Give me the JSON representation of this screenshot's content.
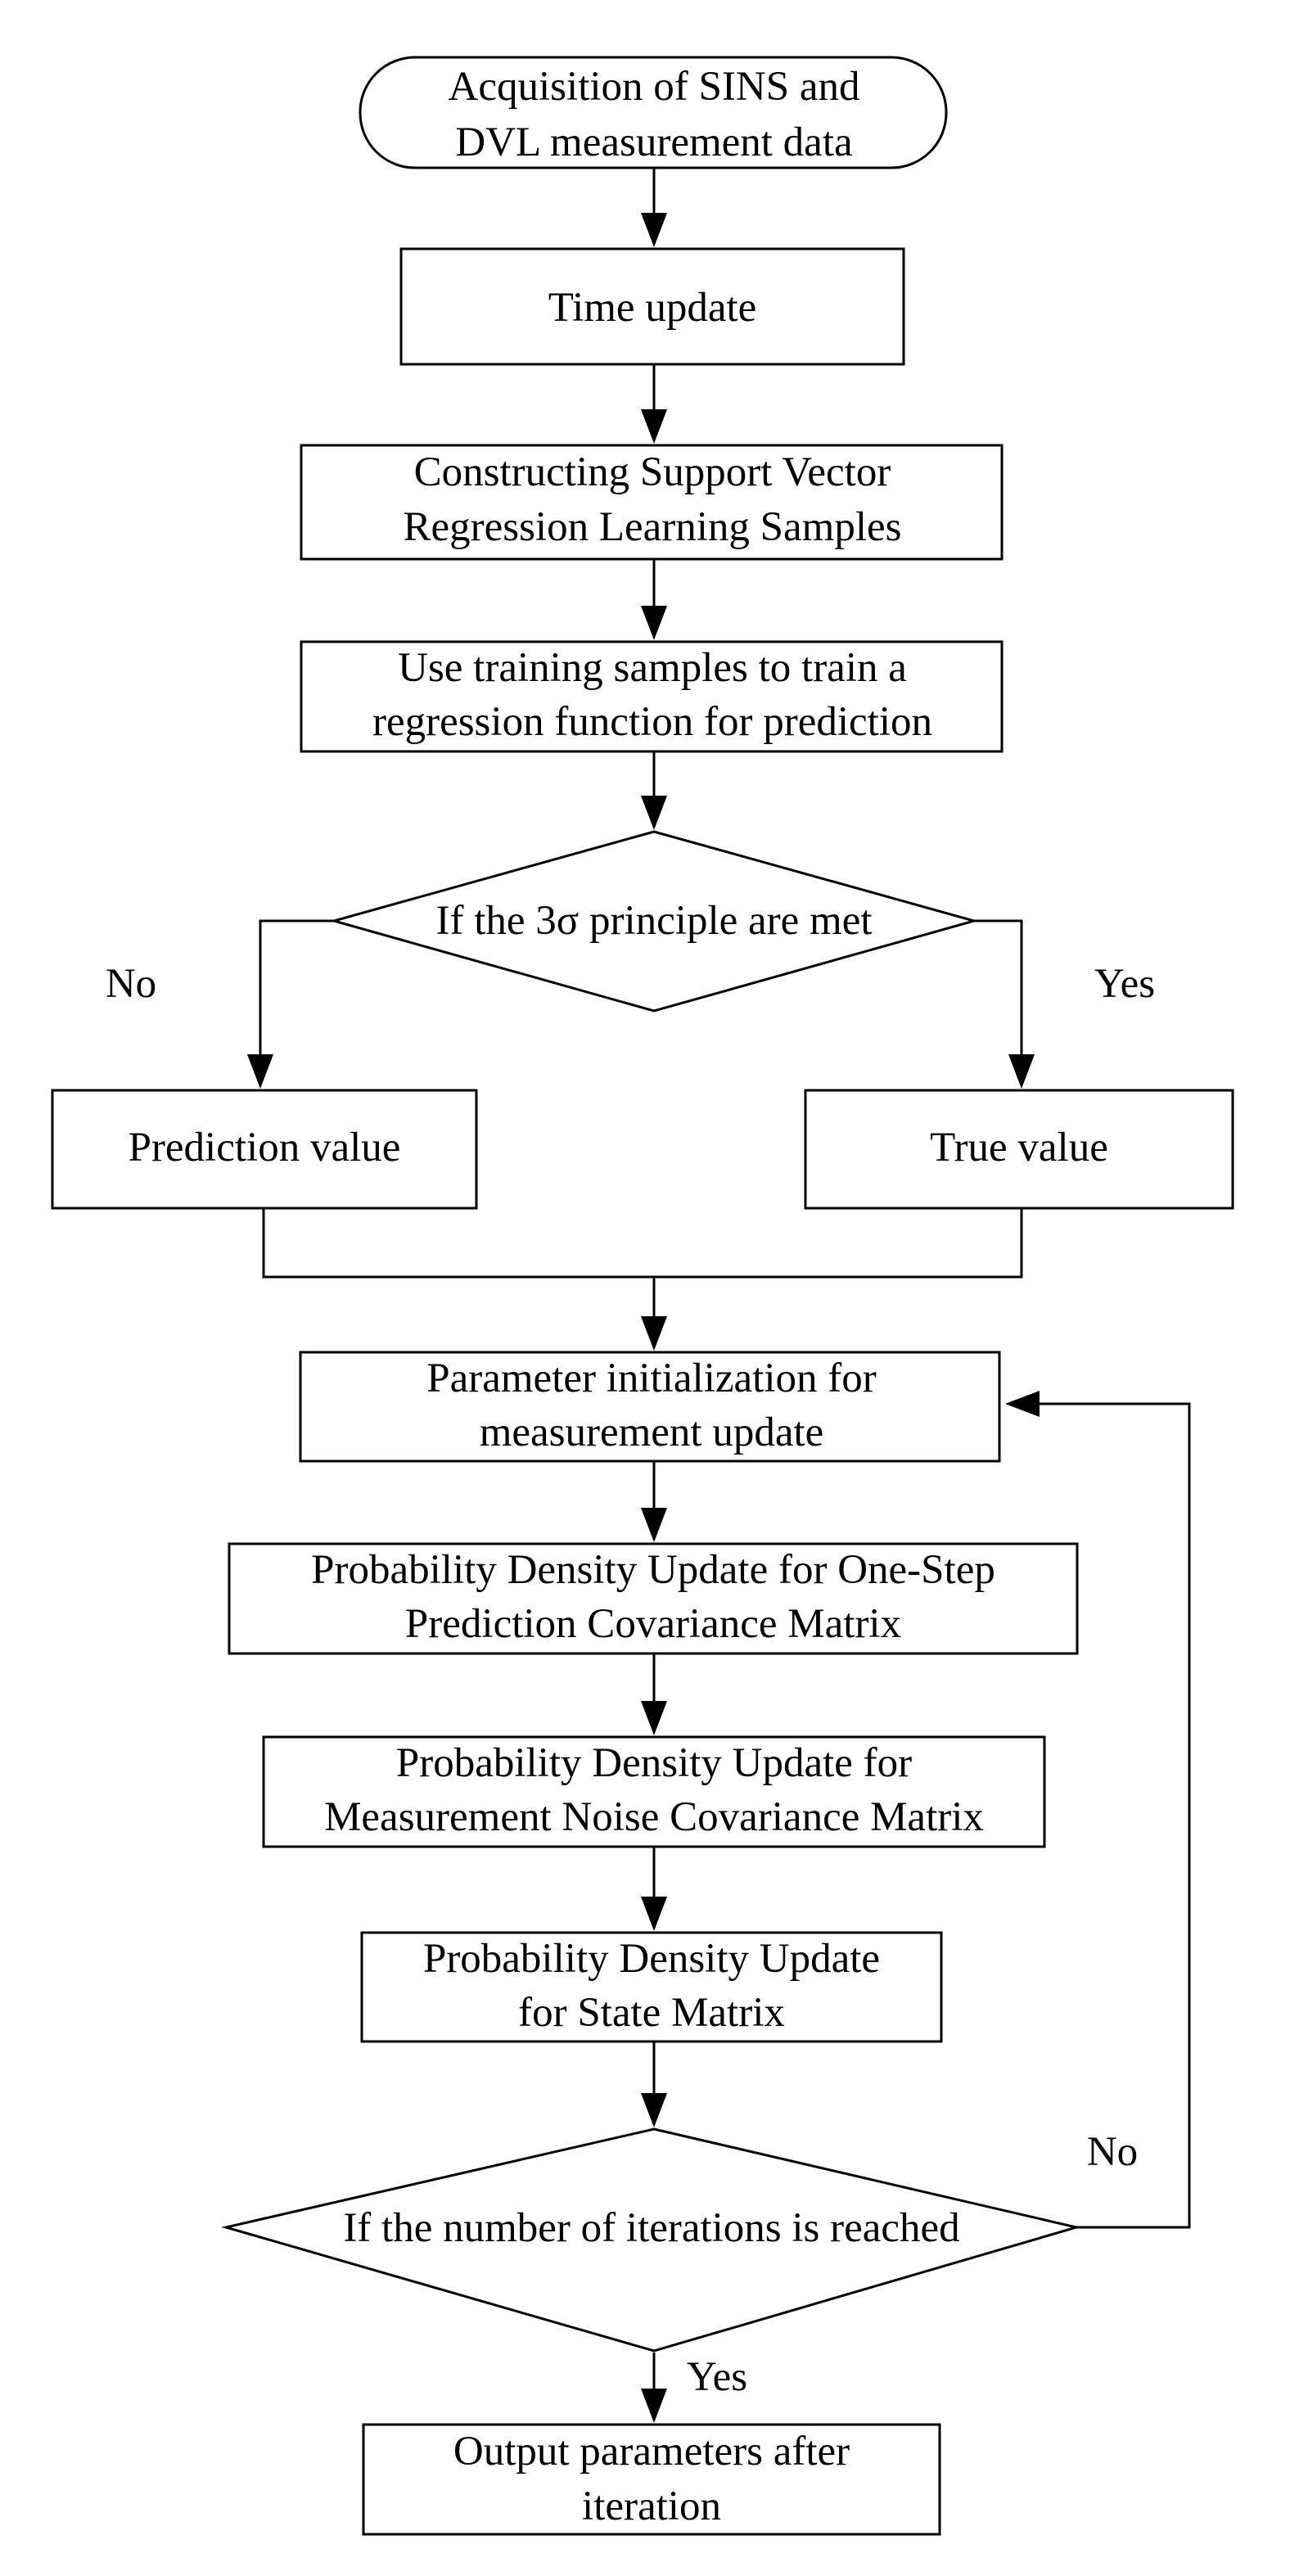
{
  "flowchart": {
    "start": {
      "lines": [
        "Acquisition of SINS and",
        "DVL measurement data"
      ]
    },
    "time_update": {
      "lines": [
        "Time update"
      ]
    },
    "construct_samples": {
      "lines": [
        "Constructing Support Vector",
        "Regression Learning Samples"
      ]
    },
    "train_function": {
      "lines": [
        "Use training samples to train a",
        "regression function for prediction"
      ]
    },
    "decision_3sigma": {
      "lines": [
        "If the 3σ principle are met"
      ]
    },
    "prediction_value": {
      "lines": [
        "Prediction value"
      ]
    },
    "true_value": {
      "lines": [
        "True value"
      ]
    },
    "param_init": {
      "lines": [
        "Parameter initialization for",
        "measurement update"
      ]
    },
    "pd_onestep": {
      "lines": [
        "Probability Density Update for One-Step",
        "Prediction Covariance Matrix"
      ]
    },
    "pd_noise": {
      "lines": [
        "Probability Density Update for",
        "Measurement Noise Covariance Matrix"
      ]
    },
    "pd_state": {
      "lines": [
        "Probability Density Update",
        "for State Matrix"
      ]
    },
    "decision_iterations": {
      "lines": [
        "If the number of iterations is reached"
      ]
    },
    "output": {
      "lines": [
        "Output parameters after",
        "iteration"
      ]
    }
  },
  "edge_labels": {
    "no_3sigma": "No",
    "yes_3sigma": "Yes",
    "no_iterations": "No",
    "yes_iterations": "Yes"
  }
}
